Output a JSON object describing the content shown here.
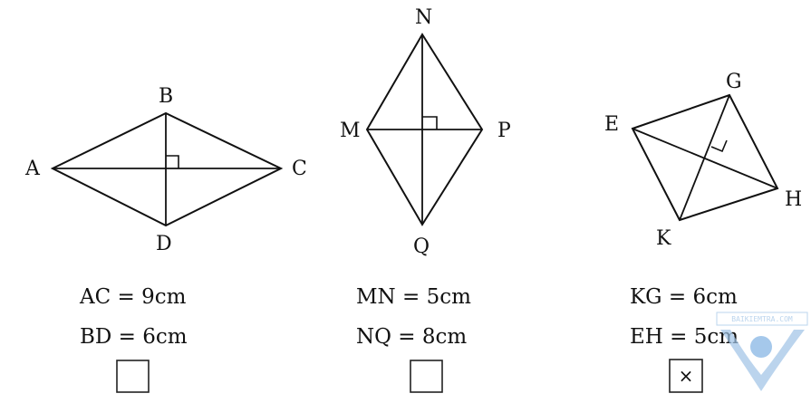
{
  "figures": [
    {
      "id": "rhombus-abcd",
      "vertices": [
        "A",
        "B",
        "C",
        "D"
      ],
      "measurements": [
        "AC = 9cm",
        "BD = 6cm"
      ],
      "checkbox": {
        "checked": false,
        "mark": ""
      }
    },
    {
      "id": "rhombus-mnpq",
      "vertices": [
        "M",
        "N",
        "P",
        "Q"
      ],
      "measurements": [
        "MN = 5cm",
        "NQ = 8cm"
      ],
      "checkbox": {
        "checked": false,
        "mark": ""
      }
    },
    {
      "id": "square-egkh",
      "vertices": [
        "E",
        "G",
        "H",
        "K"
      ],
      "measurements": [
        "KG = 6cm",
        "EH = 5cm"
      ],
      "checkbox": {
        "checked": true,
        "mark": "×"
      }
    }
  ],
  "watermark": {
    "text": "BAIKIEMTRA.COM",
    "color": "#4a90d9"
  }
}
